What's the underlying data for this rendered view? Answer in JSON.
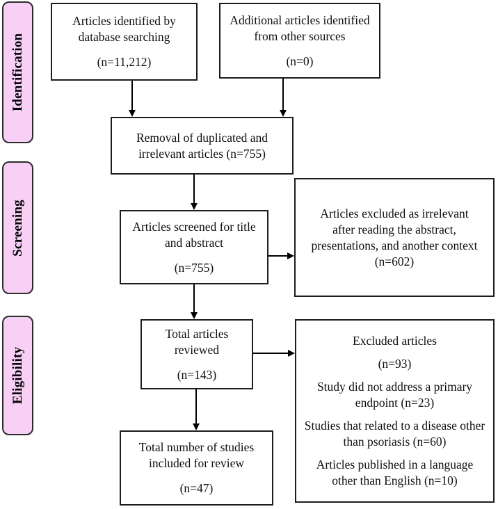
{
  "colors": {
    "stage_fill": "#f8d0f6",
    "stage_border": "#2b2b2b",
    "box_border": "#1c1c1c",
    "arrow": "#000000",
    "background": "#ffffff",
    "text": "#0f0f0f"
  },
  "stages": {
    "identification": "Identification",
    "screening": "Screening",
    "eligibility": "Eligibility"
  },
  "boxes": {
    "db_search": {
      "line1": "Articles identified by",
      "line2": "database searching",
      "count": "(n=11,212)"
    },
    "other_sources": {
      "line1": "Additional articles identified",
      "line2": "from other sources",
      "count": "(n=0)"
    },
    "removal": {
      "line1": "Removal of duplicated and",
      "line2": "irrelevant articles (n=755)"
    },
    "screened": {
      "line1": "Articles screened for title",
      "line2": "and abstract",
      "count": "(n=755)"
    },
    "excluded_screening": {
      "line1": "Articles excluded as irrelevant",
      "line2": "after reading the abstract,",
      "line3": "presentations, and another context",
      "count": "(n=602)"
    },
    "reviewed": {
      "line1": "Total articles",
      "line2": "reviewed",
      "count": "(n=143)"
    },
    "excluded_eligibility": {
      "title": "Excluded articles",
      "count": "(n=93)",
      "reasons": [
        {
          "line1": "Study did not address a primary",
          "line2": "endpoint (n=23)"
        },
        {
          "line1": "Studies that related to a disease other",
          "line2": "than psoriasis (n=60)"
        },
        {
          "line1": "Articles published in a language",
          "line2": "other than English (n=10)"
        }
      ]
    },
    "included": {
      "line1": "Total number of studies",
      "line2": "included for review",
      "count": "(n=47)"
    }
  }
}
